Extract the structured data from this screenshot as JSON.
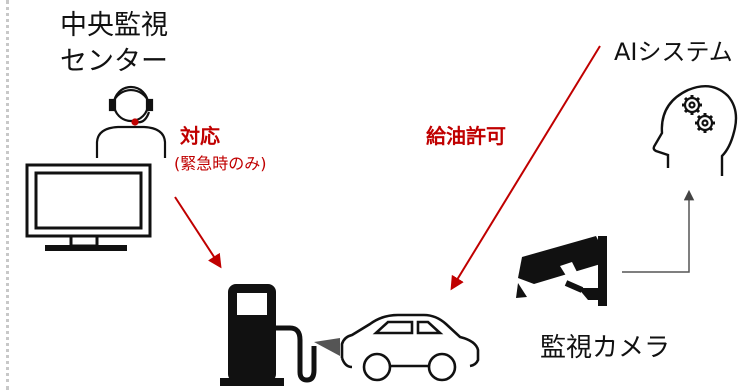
{
  "monitor_center": {
    "line1": "中央監視",
    "line2": "センター"
  },
  "response": {
    "title": "対応",
    "note": "(緊急時のみ)"
  },
  "fuel_permission": {
    "label": "給油許可"
  },
  "ai_system": {
    "label": "AIシステム"
  },
  "camera": {
    "label": "監視カメラ"
  },
  "colors": {
    "accent_red": "#c00000",
    "icon_black": "#111111",
    "connector_gray": "#555555"
  }
}
